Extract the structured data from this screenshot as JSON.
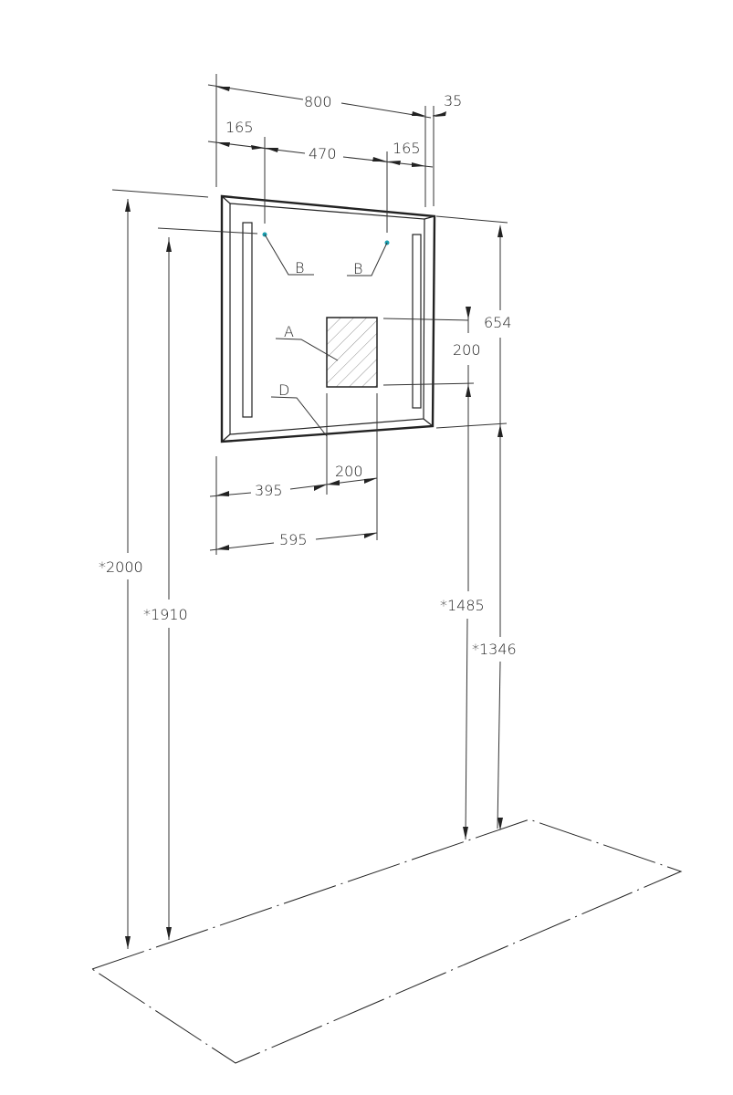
{
  "dimensions": {
    "width": "800",
    "depth": "35",
    "left_offset": "165",
    "between_mounts": "470",
    "right_offset": "165",
    "height": "654",
    "socket_height": "200",
    "socket_left": "395",
    "socket_width": "200",
    "socket_right_edge": "595",
    "top_from_floor": "*2000",
    "mount_from_floor": "*1910",
    "socket_from_floor": "*1485",
    "bottom_from_floor": "*1346"
  },
  "labels": {
    "mount_left": "B",
    "mount_right": "B",
    "socket": "A",
    "bottom": "D"
  },
  "colors": {
    "mount_point": "#1a9fb0"
  }
}
